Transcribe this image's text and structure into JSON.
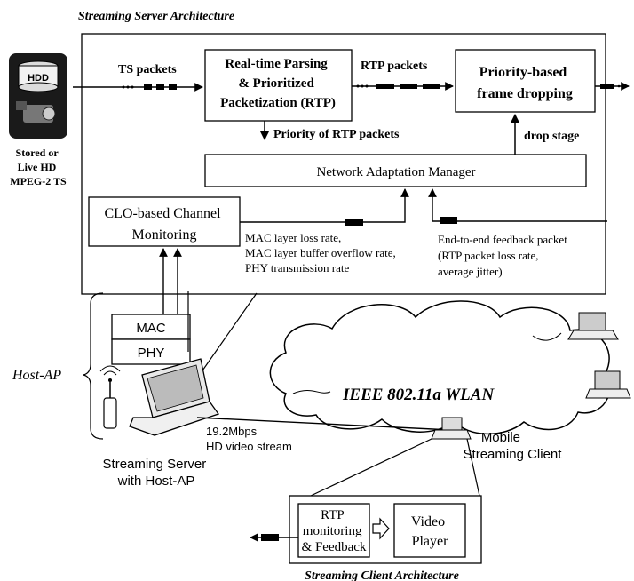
{
  "server_arch": {
    "title": "Streaming Server Architecture",
    "source": {
      "hdd_label": "HDD",
      "caption_lines": [
        "Stored or",
        "Live HD",
        "MPEG-2 TS"
      ]
    },
    "ts_packets_label": "TS packets",
    "parsing_box_lines": [
      "Real-time Parsing",
      "& Prioritized",
      "Packetization (RTP)"
    ],
    "rtp_packets_label": "RTP packets",
    "dropping_box_lines": [
      "Priority-based",
      "frame dropping"
    ],
    "priority_label": "Priority of RTP packets",
    "drop_stage_label": "drop stage",
    "nam_label": "Network Adaptation Manager",
    "clo_box_lines": [
      "CLO-based Channel",
      "Monitoring"
    ],
    "mac_info_lines": [
      "MAC layer loss rate,",
      "MAC layer buffer overflow rate,",
      "PHY transmission rate"
    ],
    "feedback_info_lines": [
      "End-to-end feedback packet",
      "(RTP packet loss rate,",
      "average jitter)"
    ]
  },
  "host_ap": {
    "label": "Host-AP",
    "mac_label": "MAC",
    "phy_label": "PHY",
    "server_caption_lines": [
      "Streaming Server",
      "with Host-AP"
    ]
  },
  "network": {
    "wlan_label": "IEEE 802.11a WLAN",
    "stream_lines": [
      "19.2Mbps",
      "HD video stream"
    ],
    "client_caption_lines": [
      "Mobile",
      "Streaming Client"
    ]
  },
  "client_arch": {
    "title": "Streaming Client Architecture",
    "rtp_box_lines": [
      "RTP",
      "monitoring",
      "& Feedback"
    ],
    "player_box_lines": [
      "Video",
      "Player"
    ]
  }
}
